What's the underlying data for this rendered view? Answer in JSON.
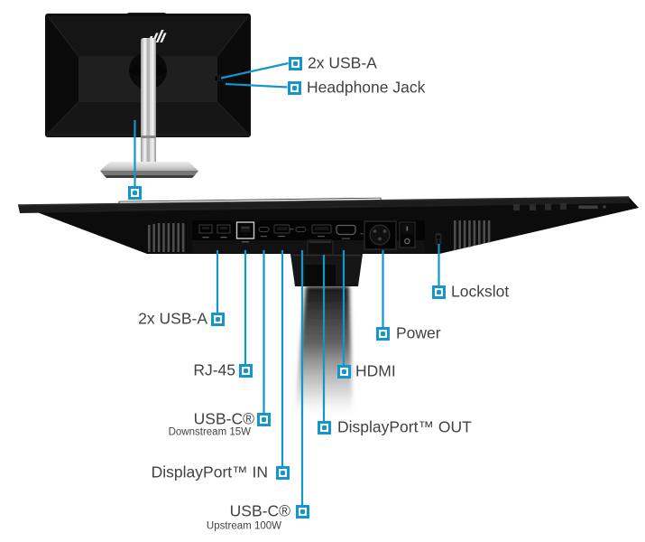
{
  "diagram_title": "Monitor rear and bottom port callout diagram",
  "colors": {
    "accent": "#1296cd",
    "label_text": "#3f4245",
    "chassis_black": "#0d0d0d",
    "stand_silver": "#e8e8e8"
  },
  "back_view": {
    "callouts": {
      "usb_a": {
        "label": "2x USB-A"
      },
      "headphone": {
        "label": "Headphone Jack"
      }
    }
  },
  "bottom_view": {
    "callouts": {
      "usb_a": {
        "label": "2x USB-A"
      },
      "rj45": {
        "label": "RJ-45"
      },
      "usb_c_down": {
        "label": "USB-C®",
        "sublabel": "Downstream 15W"
      },
      "dp_in": {
        "label": "DisplayPort™ IN"
      },
      "usb_c_up": {
        "label": "USB-C®",
        "sublabel": "Upstream 100W"
      },
      "dp_out": {
        "label": "DisplayPort™ OUT"
      },
      "hdmi": {
        "label": "HDMI"
      },
      "power": {
        "label": "Power"
      },
      "lockslot": {
        "label": "Lockslot"
      }
    }
  },
  "icons": {
    "hp_logo": "hp-slanted-stripes-logo",
    "callout_marker": "square-with-dot-marker",
    "ports_depicted": [
      "usb-a-port",
      "usb-a-port",
      "rj45-ethernet-port",
      "usb-c-port",
      "displayport-in-port",
      "usb-c-port",
      "displayport-out-port",
      "hdmi-port",
      "ac-power-inlet",
      "power-switch",
      "kensington-lockslot"
    ]
  }
}
